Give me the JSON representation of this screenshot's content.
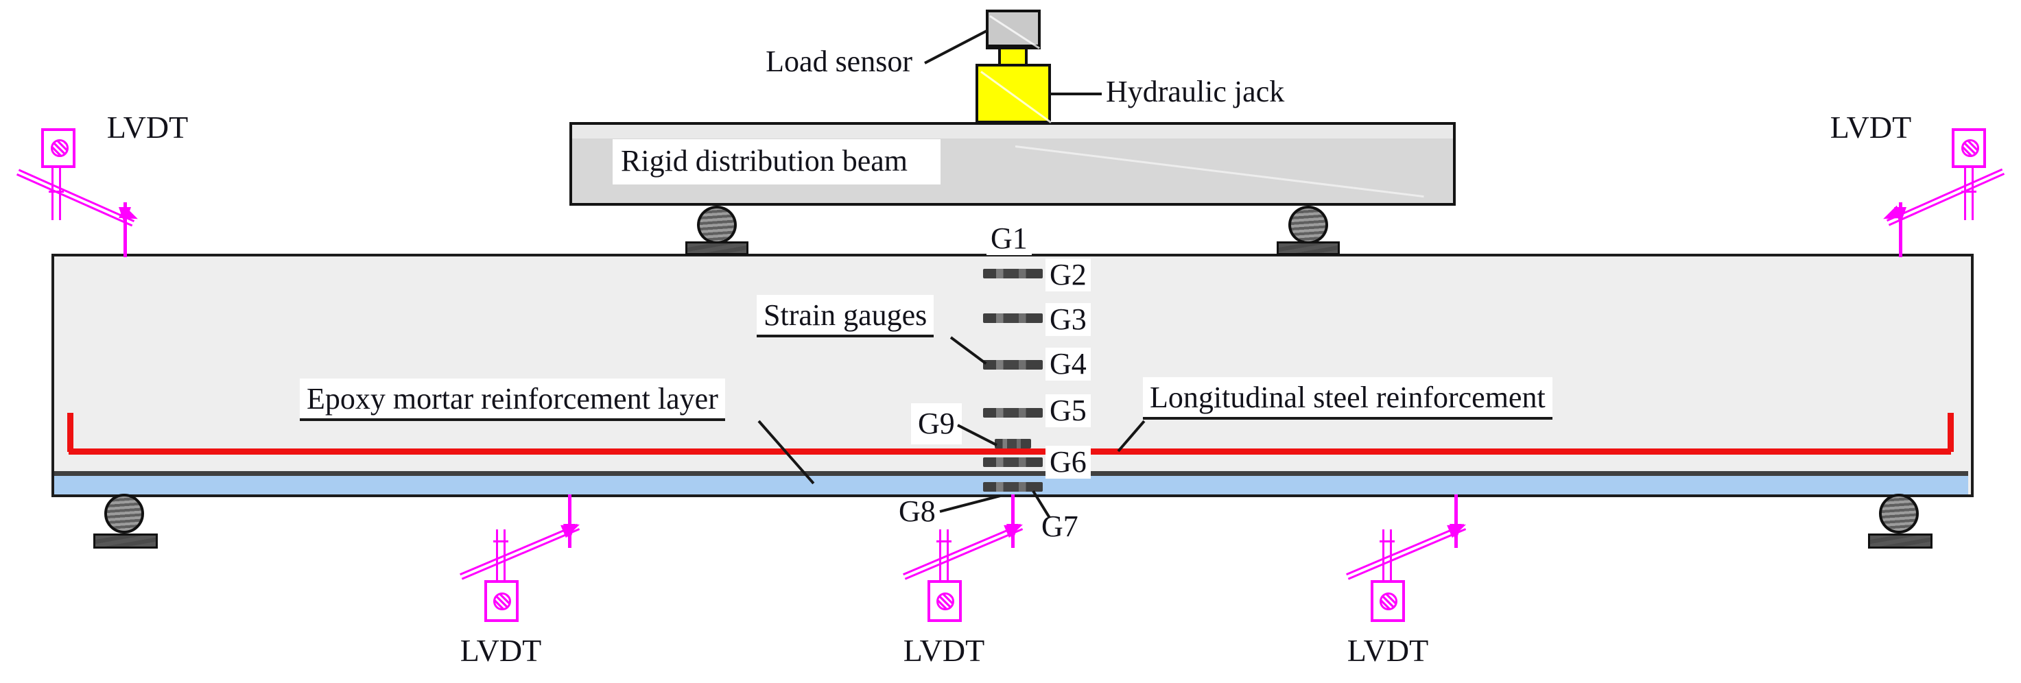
{
  "title": "Beam loading test instrumentation diagram",
  "labels": {
    "load_sensor": "Load sensor",
    "hydraulic_jack": "Hydraulic jack",
    "rigid_distribution_beam": "Rigid distribution beam",
    "strain_gauges": "Strain gauges",
    "epoxy_layer": "Epoxy mortar reinforcement layer",
    "longitudinal_reinforcement": "Longitudinal steel reinforcement",
    "lvdt": "LVDT"
  },
  "strain_gauges": {
    "G1": "G1",
    "G2": "G2",
    "G3": "G3",
    "G4": "G4",
    "G5": "G5",
    "G6": "G6",
    "G7": "G7",
    "G8": "G8",
    "G9": "G9"
  },
  "colors": {
    "reinforcement_red": "#ee1111",
    "epoxy_layer_blue": "#a9cdf2",
    "lvdt_magenta": "#ff00ff",
    "jack_yellow": "#ffff00",
    "load_sensor_gray": "#c9c9c9",
    "beam_fill": "#eeeeee",
    "distribution_beam_fill": "#d7d7d7",
    "outline": "#1a1a1a"
  }
}
